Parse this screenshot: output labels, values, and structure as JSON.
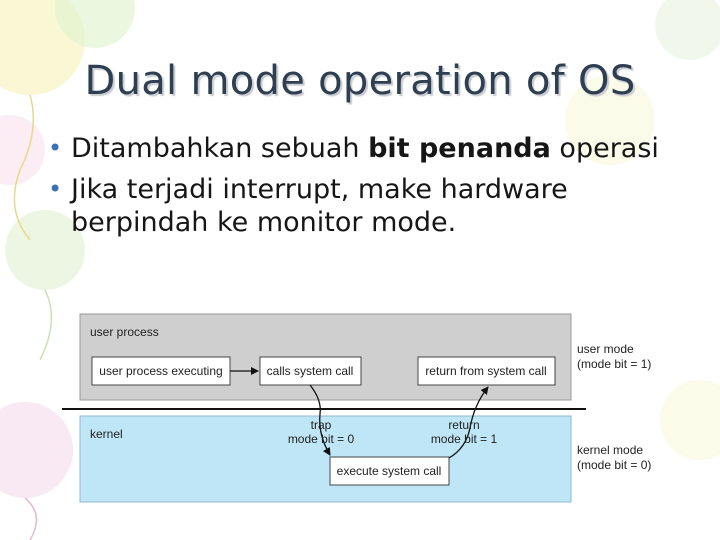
{
  "slide": {
    "title": "Dual mode operation of OS",
    "bullets": [
      {
        "text_before": "Ditambahkan sebuah ",
        "text_bold": "bit penanda",
        "text_after": " operasi"
      },
      {
        "text": "Jika terjadi interrupt, make hardware berpindah ke monitor mode."
      }
    ]
  },
  "diagram": {
    "user_region_label": "user process",
    "kernel_region_label": "kernel",
    "boxes": {
      "user_executing": "user process executing",
      "calls_system_call": "calls system call",
      "return_from_system_call": "return from system call",
      "execute_system_call": "execute system call"
    },
    "labels": {
      "trap": "trap",
      "trap_bit": "mode bit = 0",
      "return": "return",
      "return_bit": "mode bit = 1",
      "user_mode": "user mode",
      "user_mode_bit": "(mode bit = 1)",
      "kernel_mode": "kernel mode",
      "kernel_mode_bit": "(mode bit = 0)"
    },
    "colors": {
      "user_region": "#cfcfcf",
      "kernel_region": "#bfe6f6"
    }
  }
}
